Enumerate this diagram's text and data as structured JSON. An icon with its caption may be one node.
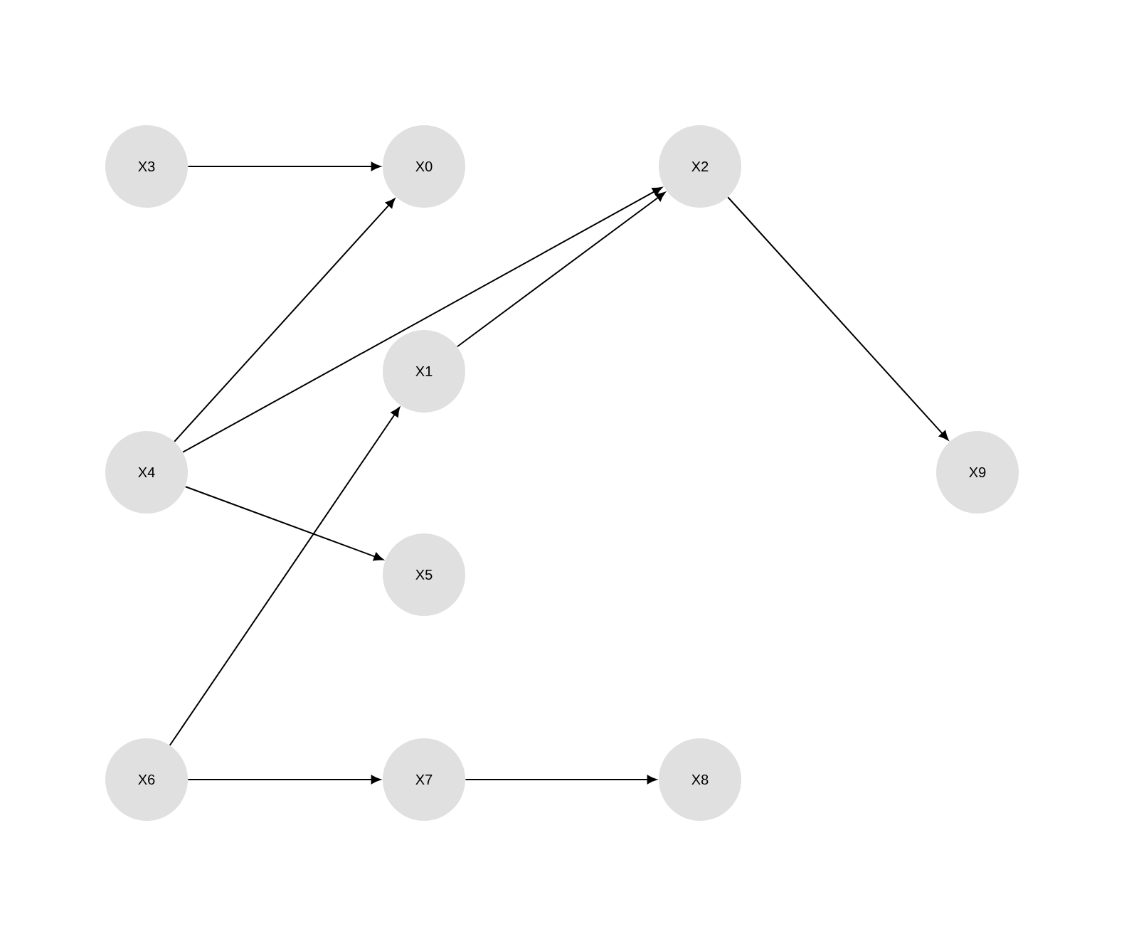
{
  "diagram": {
    "nodes": [
      {
        "text": [
          "X3"
        ]
      },
      {
        "text": [
          "X0"
        ]
      },
      {
        "text": [
          "X2"
        ]
      },
      {
        "text": [
          "X1"
        ]
      },
      {
        "text": [
          "X4"
        ]
      },
      {
        "text": [
          "X9"
        ]
      },
      {
        "text": [
          "X5"
        ]
      },
      {
        "text": [
          "X6"
        ]
      },
      {
        "text": [
          "X7"
        ]
      },
      {
        "text": [
          "X8"
        ]
      }
    ],
    "edges": [
      {
        "from": 0,
        "to": 1,
        "arrow": "to"
      },
      {
        "from": 4,
        "to": 1,
        "arrow": "to"
      },
      {
        "from": 4,
        "to": 2,
        "arrow": "to"
      },
      {
        "from": 3,
        "to": 2,
        "arrow": "to"
      },
      {
        "from": 2,
        "to": 5,
        "arrow": "to"
      },
      {
        "from": 4,
        "to": 6,
        "arrow": "to"
      },
      {
        "from": 7,
        "to": 3,
        "arrow": "to"
      },
      {
        "from": 7,
        "to": 8,
        "arrow": "to"
      },
      {
        "from": 8,
        "to": 9,
        "arrow": "to"
      }
    ]
  }
}
